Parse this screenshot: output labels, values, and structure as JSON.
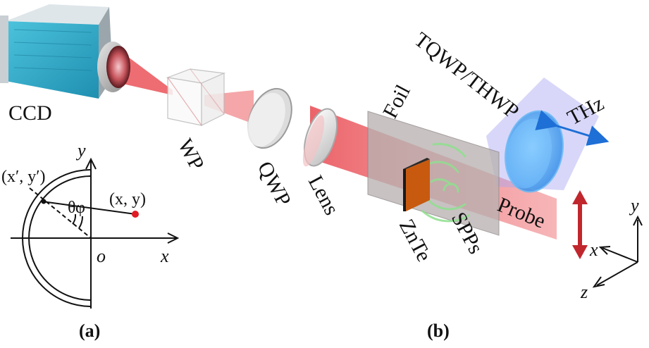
{
  "components": {
    "ccd": "CCD",
    "wp": "WP",
    "qwp": "QWP",
    "lens": "Lens",
    "foil": "Foil",
    "znte": "ZnTe",
    "spps": "SPPs",
    "tqwp_thwp": "TQWP/THWP",
    "thz": "THz",
    "probe": "Probe"
  },
  "axes_3d": {
    "x": "x",
    "y": "y",
    "z": "z"
  },
  "inset": {
    "axis_x": "x",
    "axis_y": "y",
    "origin": "o",
    "point": "(x, y)",
    "point_prime": "(x′, y′)",
    "theta": "θ",
    "phi": "φ"
  },
  "panels": {
    "a": "(a)",
    "b": "(b)"
  },
  "colors": {
    "beam": "#e8484f",
    "thz_beam": "#a9a7f2",
    "camera_body": "#2fa8c8",
    "arrow_red": "#c0272d",
    "arrow_blue": "#1e6fd6",
    "znte": "#c85a10",
    "spp_rings": "#8fe08f"
  }
}
